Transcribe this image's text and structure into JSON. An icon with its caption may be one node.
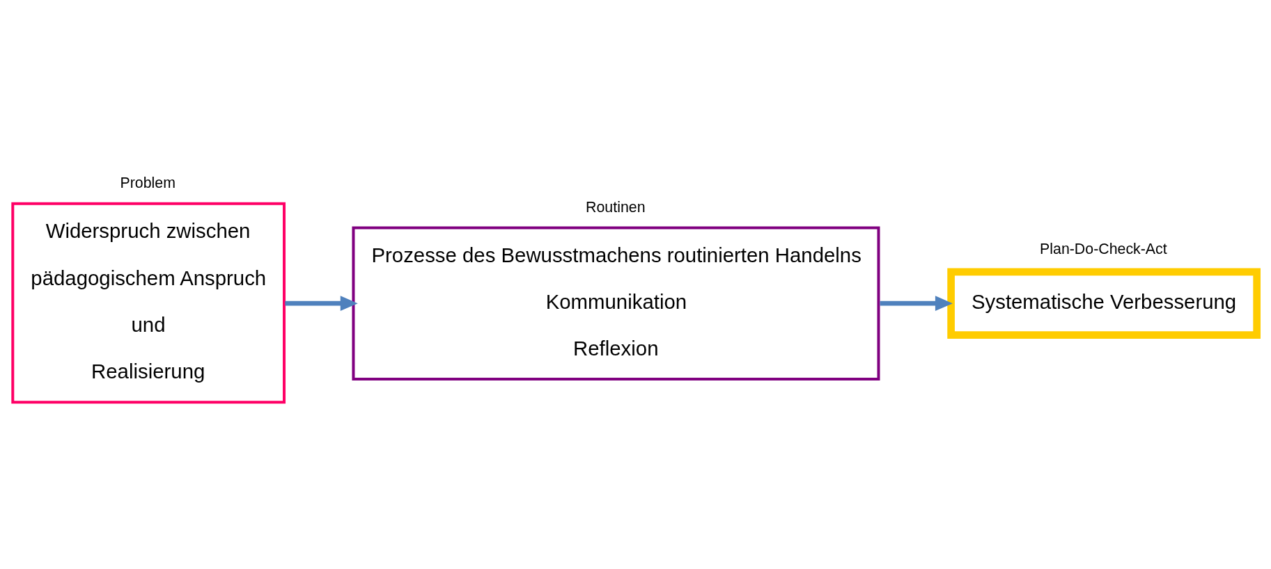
{
  "diagram": {
    "nodes": [
      {
        "text": [
          "Widerspruch zwischen",
          "pädagogischem Anspruch",
          "und",
          "Realisierung"
        ],
        "beside": [
          "Problem"
        ]
      },
      {
        "text": [
          "Prozesse des Bewusstmachens routinierten Handelns",
          "Kommunikation",
          "Reflexion"
        ],
        "beside": [
          "Routinen"
        ]
      },
      {
        "text": [
          "Systematische Verbesserung"
        ],
        "beside": [
          "Plan-Do-Check-Act"
        ]
      }
    ],
    "edges": [
      {
        "from": 0,
        "to": 1,
        "arrow": "to"
      },
      {
        "from": 1,
        "to": 2,
        "arrow": "to"
      }
    ]
  }
}
